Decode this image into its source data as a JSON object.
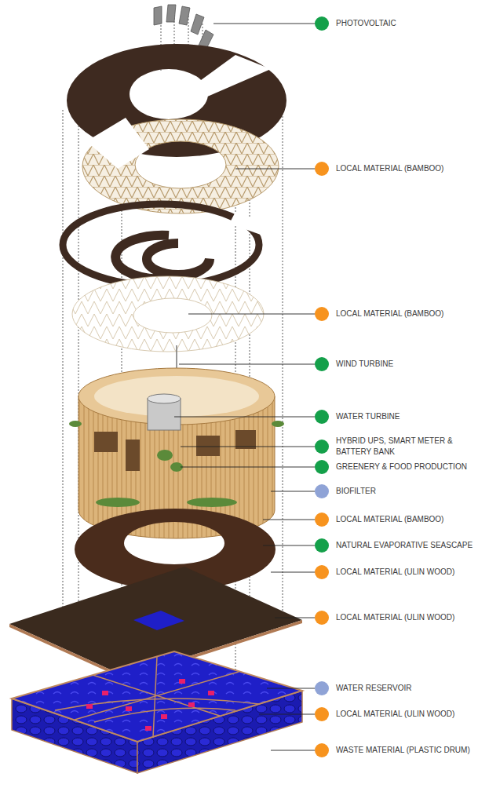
{
  "diagram": {
    "labels": [
      "PHOTOVOLTAIC",
      "LOCAL MATERIAL (BAMBOO)",
      "LOCAL MATERIAL (BAMBOO)",
      "WIND TURBINE",
      "WATER TURBINE",
      "HYBRID UPS, SMART METER & BATTERY BANK",
      "GREENERY & FOOD PRODUCTION",
      "BIOFILTER",
      "LOCAL MATERIAL (BAMBOO)",
      "NATURAL EVAPORATIVE SEASCAPE",
      "LOCAL MATERIAL (ULIN WOOD)",
      "LOCAL MATERIAL (ULIN WOOD)",
      "WATER RESERVOIR",
      "LOCAL MATERIAL (ULIN WOOD)",
      "WASTE MATERIAL (PLASTIC DRUM)"
    ]
  }
}
